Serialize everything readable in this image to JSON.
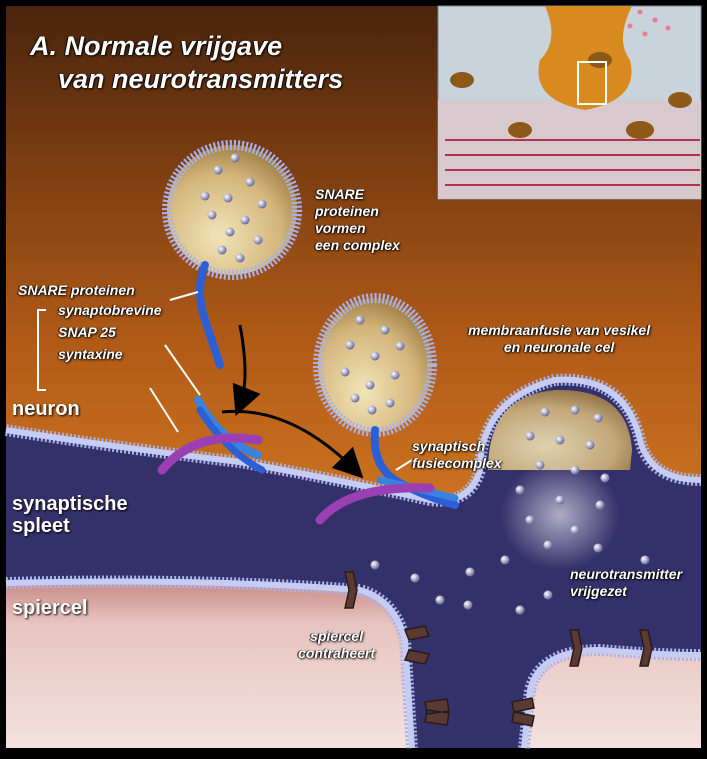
{
  "title": {
    "line1": "A. Normale vrijgave",
    "line2": "van neurotransmitters"
  },
  "labels": {
    "snare_complex": [
      "SNARE",
      "proteinen",
      "vormen",
      "een complex"
    ],
    "snare_proteins": "SNARE proteinen",
    "synaptobrevine": "synaptobrevine",
    "snap25": "SNAP 25",
    "syntaxine": "syntaxine",
    "neuron": "neuron",
    "synaptic_cleft": [
      "synaptische",
      "spleet"
    ],
    "muscle_cell": "spiercel",
    "membrane_fusion": [
      "membraanfusie van vesikel",
      "en neuronale cel"
    ],
    "fusion_complex": [
      "synaptisch",
      "fusiecomplex"
    ],
    "neurotransmitter_released": [
      "neurotransmitter",
      "vrijgezet"
    ],
    "muscle_contracts": [
      "spiercel",
      "contraheert"
    ]
  },
  "colors": {
    "background_top": "#5a2f12",
    "background_bottom": "#f0902a",
    "cleft": "#34306a",
    "membrane": "#a9b2ec",
    "muscle": "#efd6d2",
    "synaptobrevine": "#2c5fd6",
    "snap25": "#3a82e0",
    "syntaxine": "#9b3fb4"
  }
}
